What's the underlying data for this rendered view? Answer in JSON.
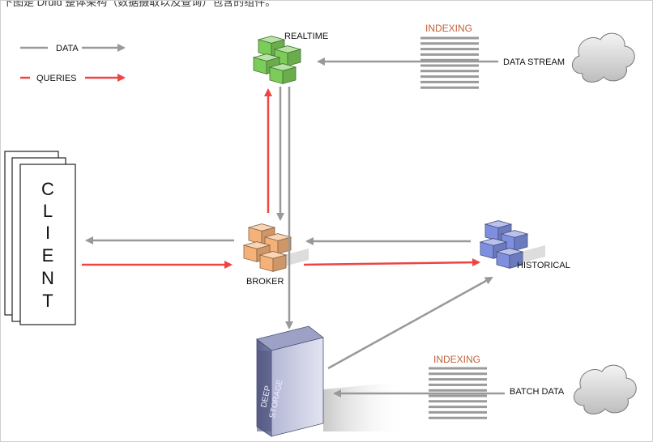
{
  "caption": "下图是 Druid 整体架构（数据摄取以及查询）包含的组件。",
  "legend": {
    "data": "DATA",
    "queries": "QUERIES"
  },
  "nodes": {
    "realtime": "REALTIME",
    "broker": "BROKER",
    "historical": "HISTORICAL",
    "deep_storage": [
      "DEEP",
      "STORAGE"
    ],
    "client": [
      "C",
      "L",
      "I",
      "E",
      "N",
      "T"
    ]
  },
  "indexing": {
    "top": "INDEXING",
    "bottom": "INDEXING"
  },
  "sources": {
    "stream": "DATA STREAM",
    "batch": "BATCH DATA"
  },
  "colors": {
    "data_arrow": "#999999",
    "query_arrow": "#ef4444",
    "realtime": "#7ccc5a",
    "broker": "#f4b27a",
    "historical": "#7f8fe0",
    "storage": "#6b6f9a",
    "indexing": "#c0623a"
  }
}
